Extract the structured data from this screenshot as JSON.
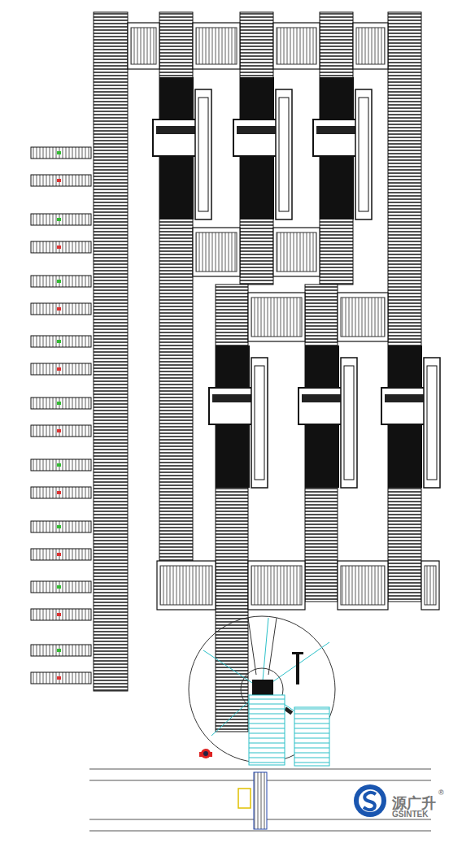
{
  "diagram": {
    "labels": [
      "源广升",
      "®",
      "GSINTEK"
    ]
  }
}
